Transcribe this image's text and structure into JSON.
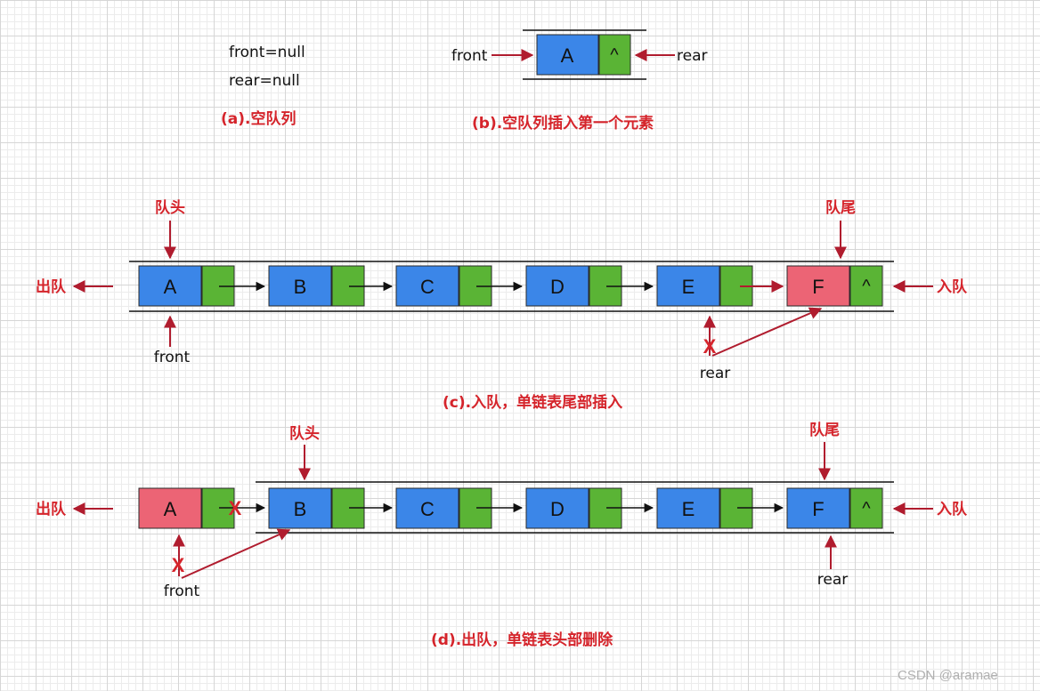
{
  "colors": {
    "node_blue": "#3b86e8",
    "node_green": "#5ab435",
    "node_red": "#ec6475",
    "arrow_red": "#b01c2e",
    "line": "#111111",
    "text_red": "#d5242b"
  },
  "panel_a": {
    "front_text": "front=null",
    "rear_text": "rear=null",
    "caption": "(a).空队列"
  },
  "panel_b": {
    "front_label": "front",
    "rear_label": "rear",
    "node_value": "A",
    "null_symbol": "^",
    "caption": "(b).空队列插入第一个元素"
  },
  "panel_c": {
    "head_label": "队头",
    "tail_label": "队尾",
    "dequeue_label": "出队",
    "enqueue_label": "入队",
    "nodes": [
      "A",
      "B",
      "C",
      "D",
      "E",
      "F"
    ],
    "null_symbol": "^",
    "front_label": "front",
    "rear_label": "rear",
    "x_mark": "X",
    "caption": "(c).入队，单链表尾部插入"
  },
  "panel_d": {
    "head_label": "队头",
    "tail_label": "队尾",
    "dequeue_label": "出队",
    "enqueue_label": "入队",
    "nodes": [
      "A",
      "B",
      "C",
      "D",
      "E",
      "F"
    ],
    "null_symbol": "^",
    "front_label": "front",
    "rear_label": "rear",
    "x_mark": "X",
    "caption": "(d).出队，单链表头部删除"
  },
  "watermark": "CSDN @aramae"
}
